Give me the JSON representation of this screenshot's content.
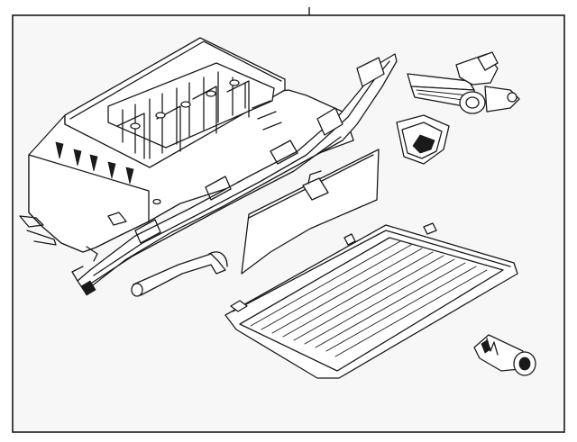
{
  "diagram": {
    "background_color": "#f7f7f7",
    "line_color": "#1a1a1a",
    "parts": [
      {
        "name": "glove-box-door-assembly",
        "icon": "housing-icon"
      },
      {
        "name": "latch-handle",
        "icon": "handle-icon"
      },
      {
        "name": "latch-striker",
        "icon": "striker-icon"
      },
      {
        "name": "door-damper",
        "icon": "damper-icon"
      },
      {
        "name": "inner-panel",
        "icon": "panel-icon"
      },
      {
        "name": "liner-mat",
        "icon": "mat-icon"
      },
      {
        "name": "lock-cylinder",
        "icon": "lock-icon"
      }
    ]
  }
}
